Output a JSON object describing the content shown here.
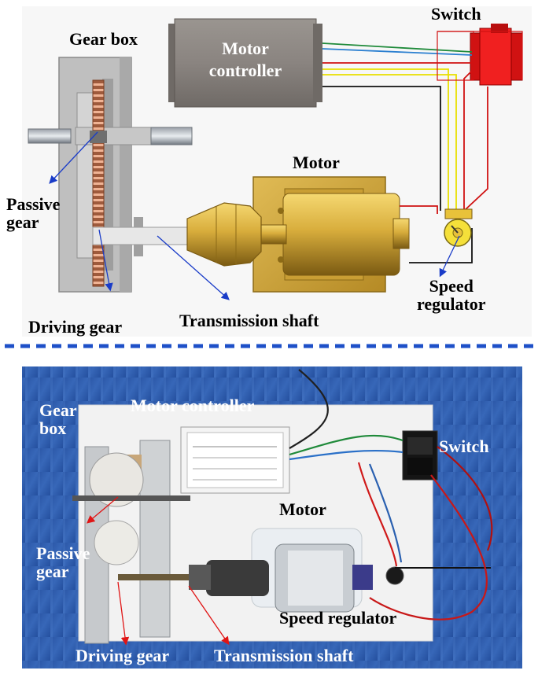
{
  "top_panel": {
    "labels": {
      "gear_box": "Gear box",
      "motor_controller_line1": "Motor",
      "motor_controller_line2": "controller",
      "switch": "Switch",
      "motor": "Motor",
      "passive_gear_line1": "Passive",
      "passive_gear_line2": "gear",
      "speed_regulator_line1": "Speed",
      "speed_regulator_line2": "regulator",
      "driving_gear": "Driving gear",
      "transmission_shaft": "Transmission shaft"
    }
  },
  "photo_panel": {
    "labels": {
      "gear_box_line1": "Gear",
      "gear_box_line2": "box",
      "motor_controller": "Motor controller",
      "switch": "Switch",
      "motor": "Motor",
      "passive_gear_line1": "Passive",
      "passive_gear_line2": "gear",
      "speed_regulator": "Speed regulator",
      "driving_gear": "Driving gear",
      "transmission_shaft": "Transmission shaft"
    }
  },
  "colors": {
    "photo_background": "#2f5faf",
    "divider": "#1e50c8",
    "motor_gold": "#c9a23a",
    "controller_gray": "#8a8480",
    "switch_red": "#e01515",
    "top_arrow": "#1a3cc8",
    "photo_arrow": "#e01515"
  }
}
